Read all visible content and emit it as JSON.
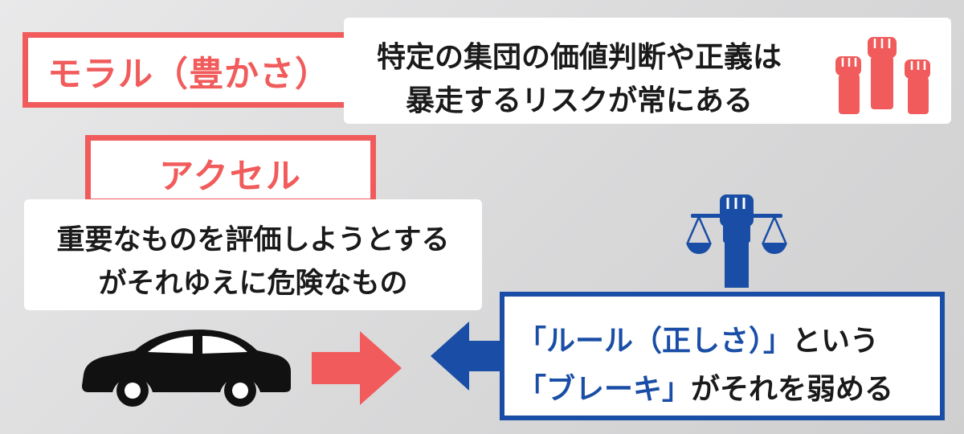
{
  "moral": {
    "label": "モラル（豊かさ）",
    "desc_line1": "特定の集団の価値判断や正義は",
    "desc_line2": "暴走するリスクが常にある"
  },
  "accelerator": {
    "label": "アクセル",
    "desc_line1": "重要なものを評価しようとする",
    "desc_line2": "がそれゆえに危険なもの"
  },
  "rule": {
    "line1_a": "「ルール（正しさ）」",
    "line1_b": "という",
    "line2_a": "「ブレーキ」",
    "line2_b": "がそれを弱める"
  },
  "icons": {
    "fists": "raised-fists-icon",
    "justice": "fist-scales-icon",
    "car": "car-icon",
    "red_arrow": "arrow-right-icon",
    "blue_arrow": "arrow-left-icon"
  },
  "colors": {
    "accent_red": "#f15b5b",
    "accent_blue": "#1a4ea6",
    "text": "#1a1a1a",
    "car": "#111111"
  }
}
